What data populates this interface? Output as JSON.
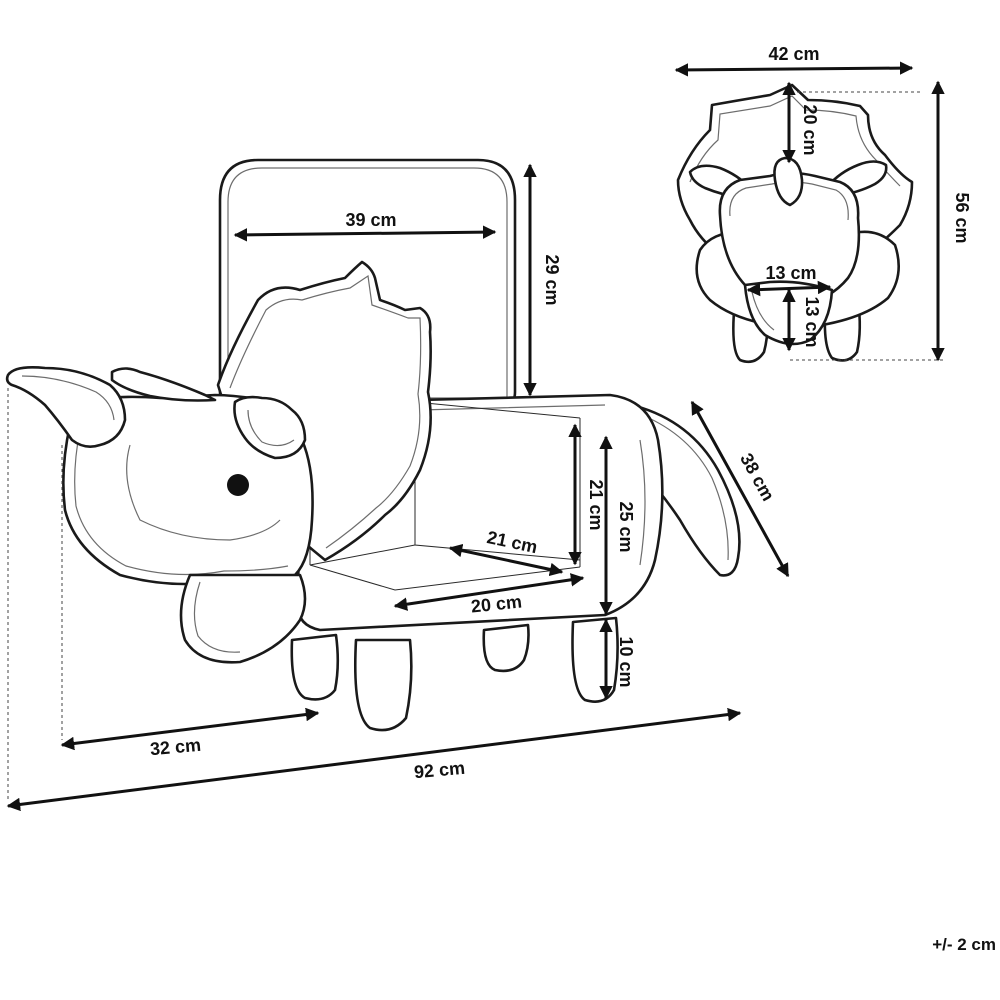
{
  "dimensions": {
    "box_width": "39 cm",
    "box_height": "29 cm",
    "front_width": "42 cm",
    "frill_height": "20 cm",
    "total_height": "56 cm",
    "snout_width": "13 cm",
    "snout_height": "13 cm",
    "tail_length": "38 cm",
    "storage_depth": "21 cm",
    "storage_height": "21 cm",
    "seat_height": "25 cm",
    "storage_width": "20 cm",
    "leg_height": "10 cm",
    "head_length": "32 cm",
    "total_length": "92 cm"
  },
  "tolerance": "+/- 2 cm",
  "colors": {
    "line": "#1a1a1a",
    "background": "#ffffff"
  }
}
